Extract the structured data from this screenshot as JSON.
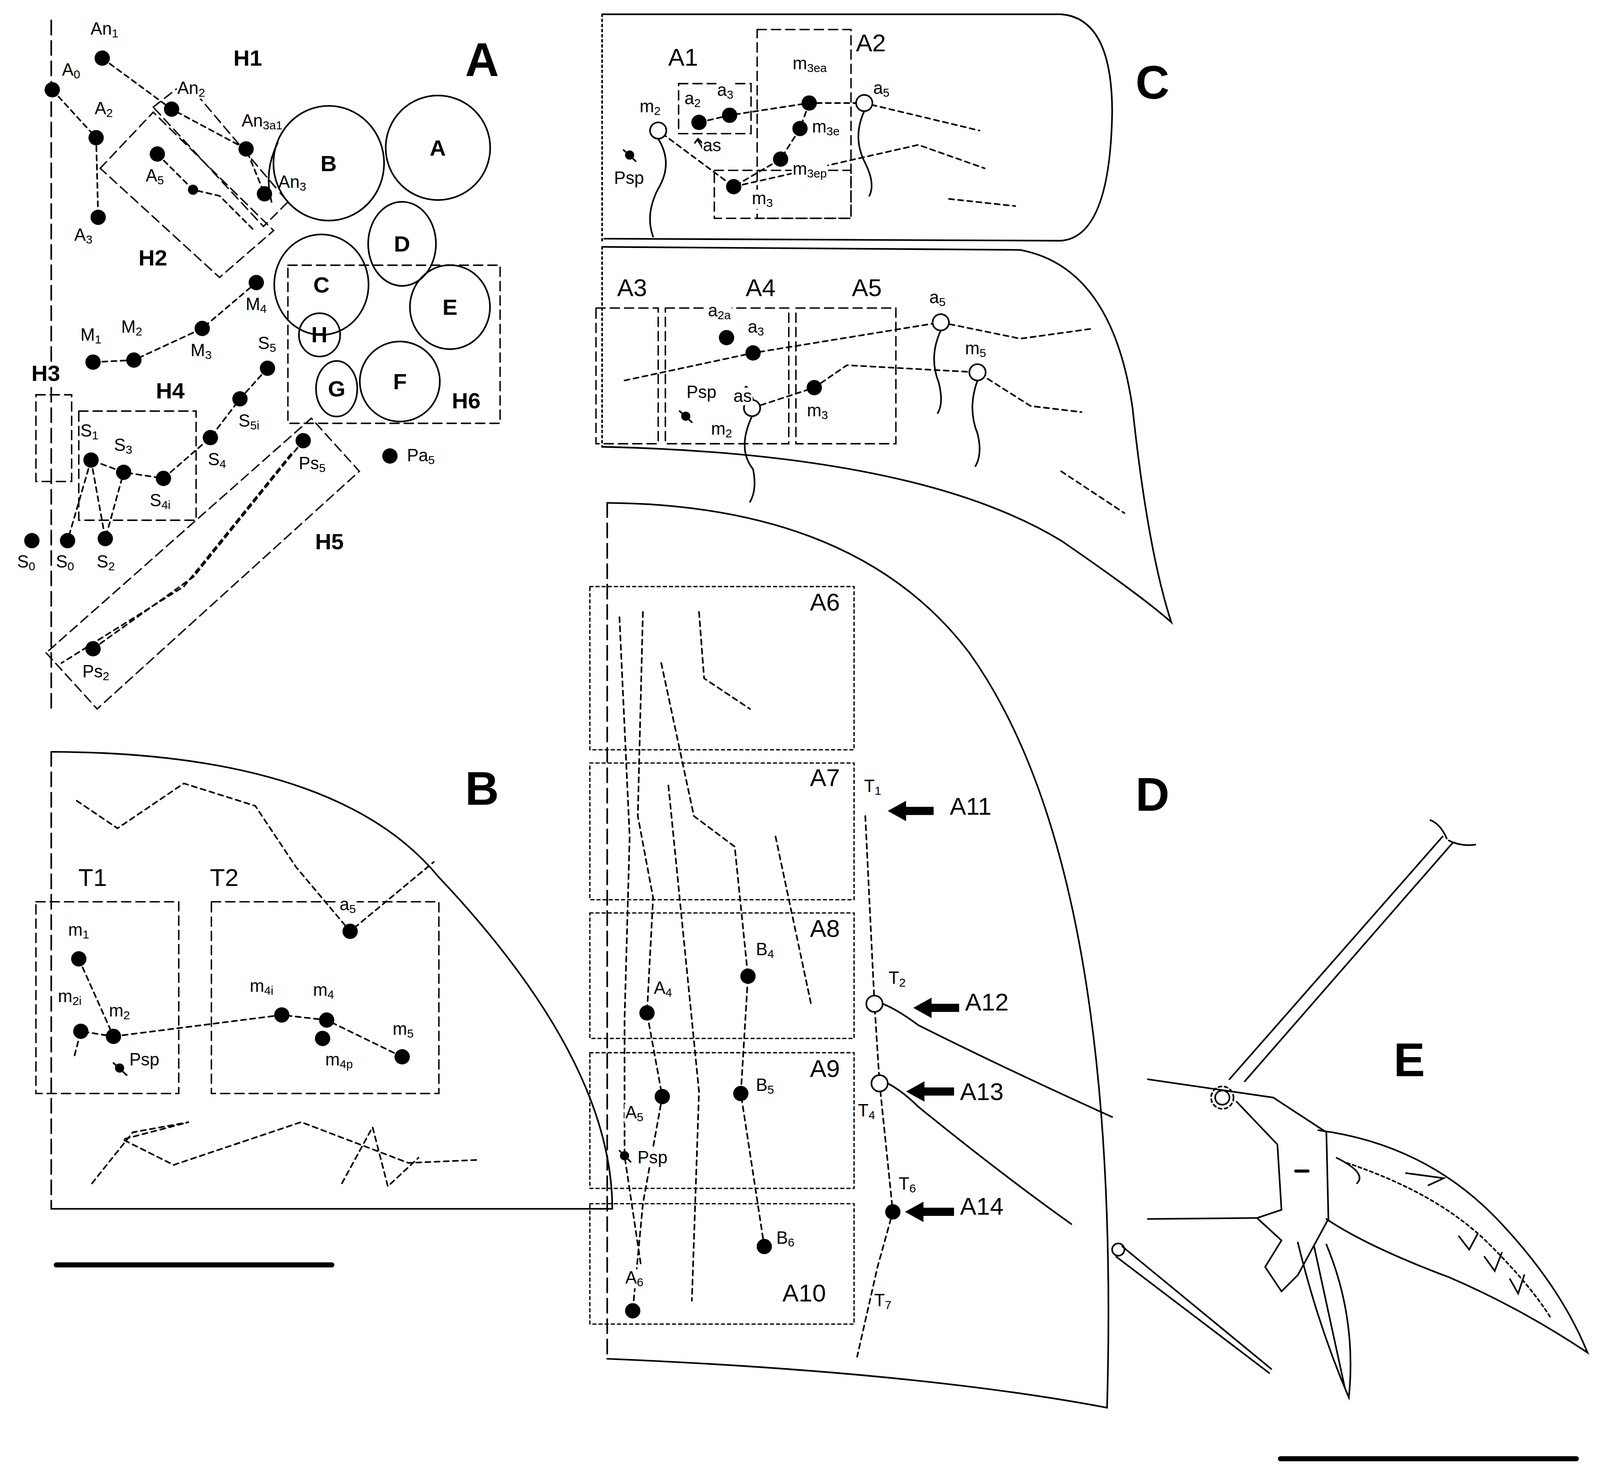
{
  "diagram": {
    "nodes": [
      {
        "text": [
          "B"
        ]
      },
      {
        "text": [
          "A"
        ]
      },
      {
        "text": [
          "C"
        ]
      },
      {
        "text": [
          "D"
        ]
      },
      {
        "text": [
          "E"
        ]
      },
      {
        "text": [
          "H"
        ]
      },
      {
        "text": [
          "G"
        ]
      },
      {
        "text": [
          "F"
        ]
      }
    ],
    "labels": [
      "A",
      "An1",
      "A0",
      "A2",
      "An2",
      "An3a1",
      "A5",
      "An3",
      "A3",
      "M4",
      "M1",
      "M2",
      "M3",
      "S5",
      "S5i",
      "S4",
      "S1",
      "S3",
      "S4i",
      "Ps5",
      "Pa5",
      "S0",
      "S0",
      "S2",
      "Ps2",
      "H1",
      "H2",
      "H3",
      "H4",
      "H5",
      "H6",
      "B",
      "T1",
      "T2",
      "m1",
      "m2i",
      "m2",
      "Psp",
      "a5",
      "m4i",
      "m4",
      "m4p",
      "m5",
      "C",
      "A1",
      "A2",
      "a2",
      "a3",
      "m3ea",
      "m3e",
      "m3ep",
      "m3",
      "m2",
      "as",
      "Psp",
      "a5",
      "A3",
      "A4",
      "A5",
      "a2a",
      "a3",
      "Psp",
      "as",
      "m2",
      "m3",
      "a5",
      "m5",
      "D",
      "A6",
      "A7",
      "A8",
      "A9",
      "A10",
      "A11",
      "A12",
      "A13",
      "A14",
      "T1",
      "A4",
      "B4",
      "T2",
      "A5",
      "B5",
      "T4",
      "Psp",
      "T6",
      "B6",
      "A6",
      "T7",
      "E"
    ]
  }
}
